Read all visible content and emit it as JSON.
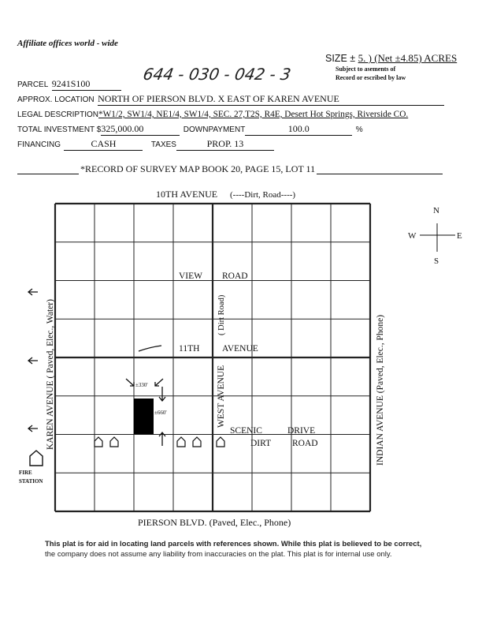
{
  "header": {
    "affiliate": "Affiliate offices world - wide",
    "size_label": "SIZE ±",
    "size_value": "5. ) (Net ±4.85) ACRES",
    "subject_line1": "Subject to  asements of",
    "subject_line2": "Record or  escribed by law"
  },
  "form": {
    "parcel_label": "PARCEL",
    "parcel_value": "9241S100",
    "handwritten_apn": "644 - 030 - 042 - 3",
    "location_label": "APPROX. LOCATION",
    "location_value": "NORTH OF PIERSON BLVD. X EAST OF KAREN AVENUE",
    "legal_label": "LEGAL DESCRIPTION",
    "legal_value": "*W1/2, SW1/4, NE1/4, SW1/4, SEC. 27,T2S, R4E, Desert Hot Springs, Riverside CO.",
    "investment_label": "TOTAL INVESTMENT $",
    "investment_value": "325,000.00",
    "downpayment_label": "DOWNPAYMENT",
    "downpayment_value": "100.0",
    "percent_sign": "%",
    "financing_label": "FINANCING",
    "financing_value": "CASH",
    "taxes_label": "TAXES",
    "taxes_value": "PROP. 13",
    "survey_ref": "*RECORD OF SURVEY MAP BOOK 20, PAGE 15, LOT 11"
  },
  "map": {
    "north_road": "10TH AVENUE",
    "north_road_note": "(----Dirt, Road----)",
    "south_road": "PIERSON BLVD. (Paved, Elec., Phone)",
    "west_road": "KAREN AVENUE ( Paved, Elec., Water)",
    "east_road": "INDIAN AVENUE    (Paved, Elec., Phone)",
    "west_avenue": "WEST AVENUE",
    "west_avenue_note": "( Dirt Road)",
    "view": "VIEW",
    "road": "ROAD",
    "eleventh": "11TH",
    "avenue": "AVENUE",
    "scenic": "SCENIC",
    "drive": "DRIVE",
    "dirt": "DIRT",
    "road2": "ROAD",
    "width_dim": "±330'",
    "height_dim": "±660'",
    "fire_station_1": "FIRE",
    "fire_station_2": "STATION",
    "compass": {
      "n": "N",
      "s": "S",
      "e": "E",
      "w": "W"
    }
  },
  "disclaimer": {
    "line1": "This plat is for aid in locating land parcels with references shown. While this plat is believed to be correct,",
    "line2": "the company does not assume any liability from inaccuracies on the plat. This plat is for internal use only."
  }
}
